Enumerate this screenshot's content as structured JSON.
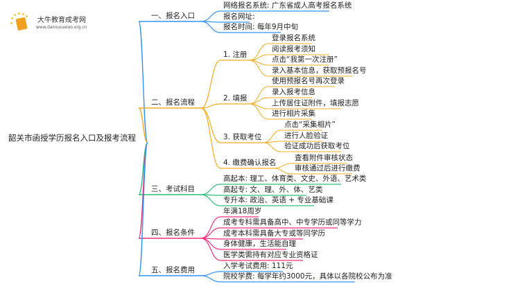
{
  "logo": {
    "name": "大牛教育成考网",
    "url": "www.daniuxueiao.org.cn"
  },
  "root": "韶关市函授学历报名入口及报考流程",
  "colors": {
    "blue": "#3393f5",
    "orange": "#f5ac1f",
    "green": "#2dbf78",
    "pink": "#f2307d"
  },
  "branches": [
    {
      "label": "一、报名入口",
      "children": [
        "网络报名系统: 广东省成人高考报名系统",
        "报名网址:",
        "报名时间: 每年9月中旬"
      ]
    },
    {
      "label": "二、报名流程",
      "children": [
        {
          "label": "1. 注册",
          "children": [
            "登录报名系统",
            "阅读报考须知",
            "点击“我第一次注册”",
            "录入基本信息，获取预报名号"
          ]
        },
        {
          "label": "2. 填报",
          "children": [
            "使用预报名号再次登录",
            "录入报考信息",
            "上传居住证附件，填报志愿",
            "进行相片采集"
          ]
        },
        {
          "label": "3. 获取考位",
          "children": [
            "点击“采集相片”",
            "进行人脸验证",
            "验证成功后获取考位"
          ]
        },
        {
          "label": "4. 缴费确认报名",
          "children": [
            "查看附件审核状态",
            "审核通过后进行缴费"
          ]
        }
      ]
    },
    {
      "label": "三、考试科目",
      "children": [
        "高起本: 理工、体育类、文史、外语、艺术类",
        "高起专: 文、理、外、体、艺类",
        "专升本: 政治、英语 + 专业基础课"
      ]
    },
    {
      "label": "四、报名条件",
      "children": [
        "年满18周岁",
        "成考专科需具备高中、中专学历或同等学力",
        "成考本科需具备大专或等同学历",
        "身体健康，生活能自理",
        "医学类需持有对应专业资格证"
      ]
    },
    {
      "label": "五、报名费用",
      "children": [
        "入学考试费用: 111元",
        "院校学费: 每学年约3000元，具体以各院校公布为准"
      ]
    }
  ]
}
